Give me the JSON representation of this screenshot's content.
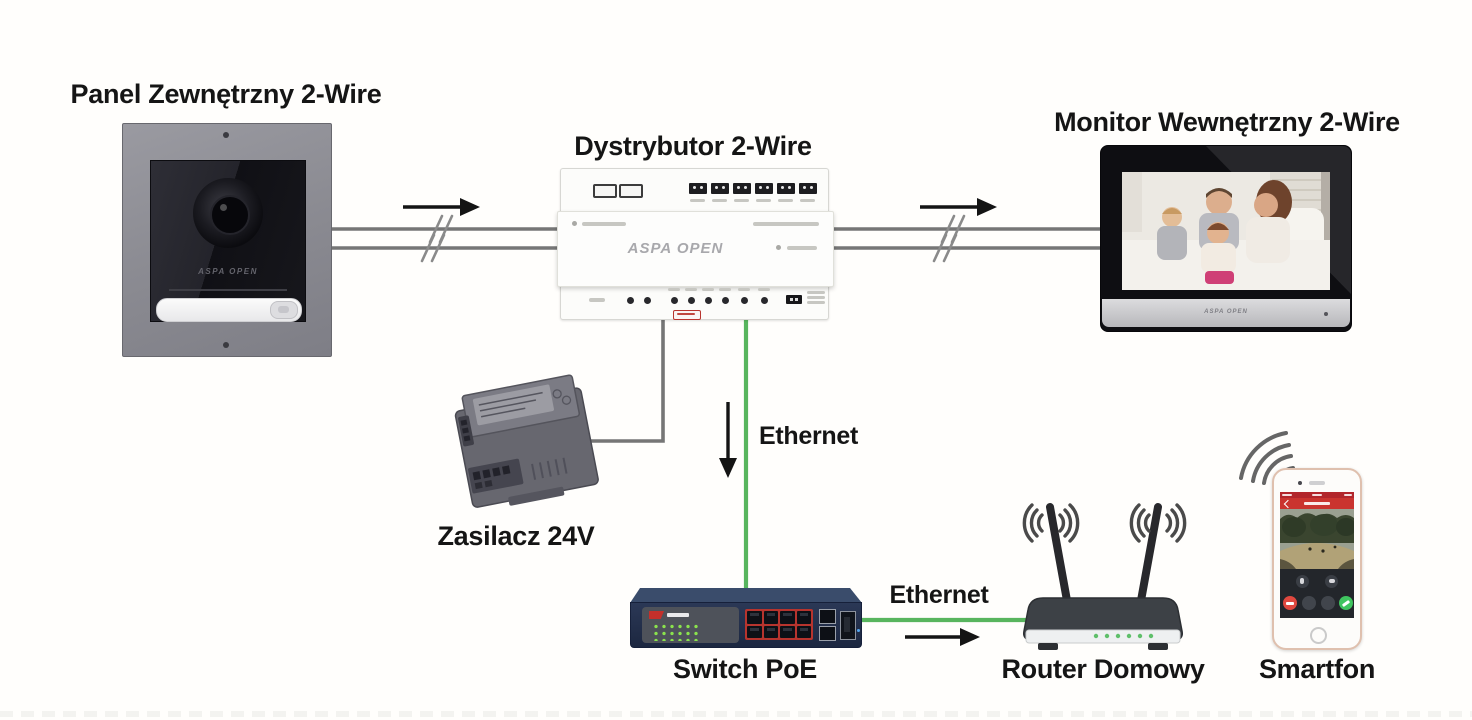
{
  "nodes": {
    "panel": {
      "label": "Panel Zewnętrzny 2-Wire",
      "brand": "ASPA OPEN"
    },
    "distributor": {
      "label": "Dystrybutor 2-Wire",
      "brand": "ASPA OPEN"
    },
    "monitor": {
      "label": "Monitor Wewnętrzny 2-Wire",
      "brand": "ASPA OPEN"
    },
    "psu": {
      "label": "Zasilacz 24V"
    },
    "poe_switch": {
      "label": "Switch PoE"
    },
    "router": {
      "label": "Router Domowy"
    },
    "smartphone": {
      "label": "Smartfon"
    }
  },
  "connections": {
    "panel_to_distributor": {
      "type": "2-wire bus",
      "color": "#767676"
    },
    "distributor_to_monitor": {
      "type": "2-wire bus",
      "color": "#767676"
    },
    "psu_to_distributor": {
      "type": "24V power",
      "color": "#767676"
    },
    "distributor_to_switch": {
      "label": "Ethernet",
      "type": "ethernet",
      "color": "#58b55e"
    },
    "switch_to_router": {
      "label": "Ethernet",
      "type": "ethernet",
      "color": "#58b55e"
    },
    "router_to_smartphone": {
      "type": "wifi"
    }
  },
  "colors": {
    "background": "#fffefc",
    "wire_gray": "#767676",
    "ethernet_green": "#58b55e",
    "arrow_black": "#141414",
    "label_text": "#151515",
    "switch_body": "#24304b",
    "port_red": "#b7342e"
  }
}
